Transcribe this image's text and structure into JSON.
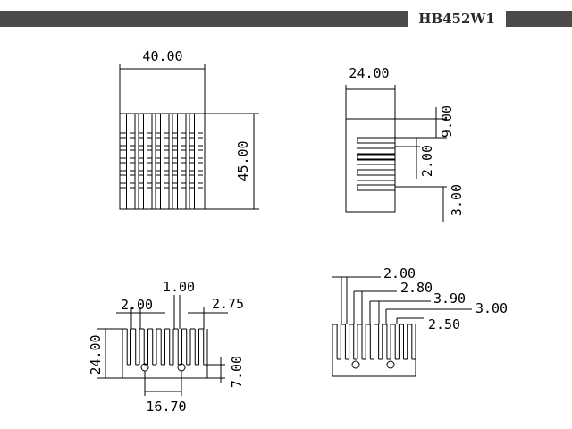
{
  "header": {
    "model_code": "HB452W1"
  },
  "views": {
    "top_left": {
      "width_dim": "40.00",
      "height_dim": "45.00"
    },
    "top_right": {
      "width_dim": "24.00",
      "dim_a": "9.00",
      "dim_b": "2.00",
      "dim_c": "3.00"
    },
    "bottom_left": {
      "dim_gap": "2.00",
      "dim_fin": "1.00",
      "dim_pitch": "2.75",
      "dim_height": "24.00",
      "dim_base": "7.00",
      "dim_hole_span": "16.70"
    },
    "bottom_right": {
      "dim_1": "2.00",
      "dim_2": "2.80",
      "dim_3": "3.90",
      "dim_4": "3.00",
      "dim_5": "2.50"
    }
  },
  "colors": {
    "header_bar": "#4a4a4a",
    "line": "#000000"
  }
}
